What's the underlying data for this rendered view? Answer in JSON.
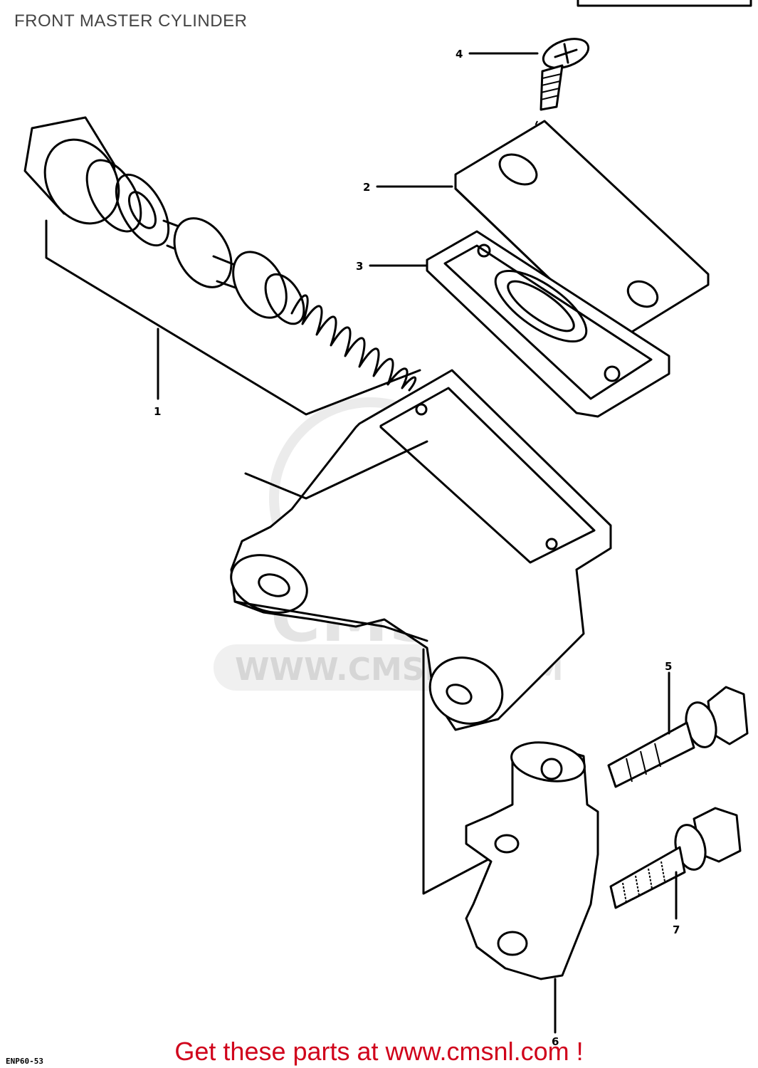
{
  "title": "FRONT MASTER CYLINDER",
  "footer": "Get these parts at www.cmsnl.com !",
  "footer_color": "#d0021b",
  "watermark": {
    "logo_text": "CMS",
    "url_text": "WWW.CMSNL.COM"
  },
  "drawing_code": "ENP60-53",
  "callouts": [
    "1",
    "2",
    "3",
    "4",
    "5",
    "6",
    "7"
  ]
}
